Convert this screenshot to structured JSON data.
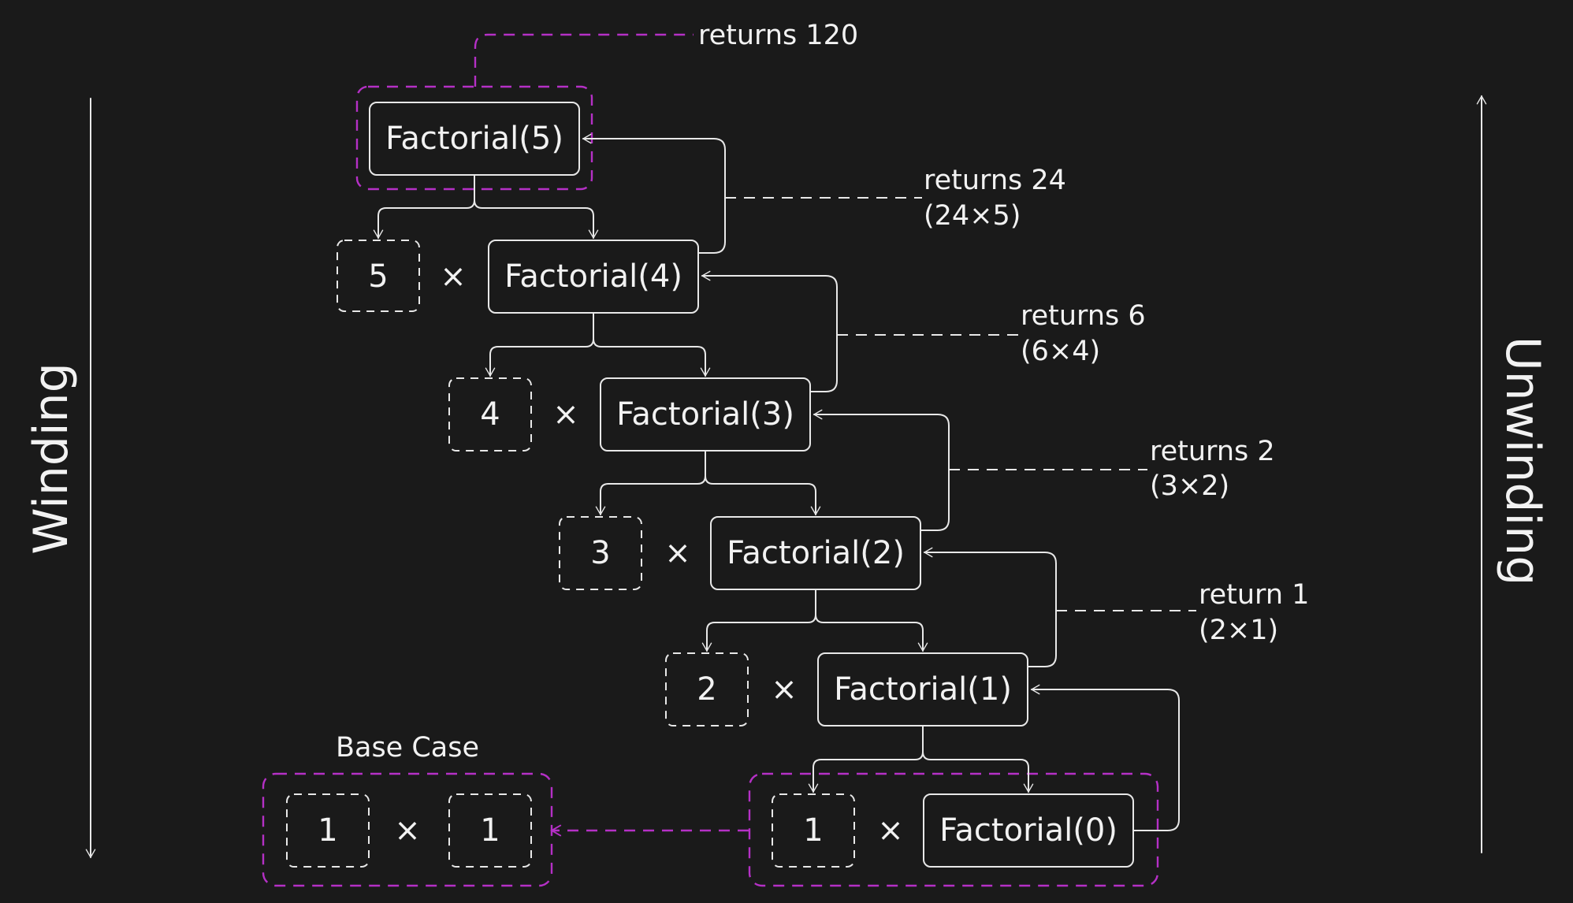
{
  "side_labels": {
    "left": "Winding",
    "right": "Unwinding"
  },
  "base_case": {
    "title": "Base Case",
    "left": "1",
    "times": "×",
    "right": "1"
  },
  "calls": [
    {
      "fn": "Factorial(5)",
      "multiplier": ""
    },
    {
      "fn": "Factorial(4)",
      "multiplier": "5",
      "times": "×"
    },
    {
      "fn": "Factorial(3)",
      "multiplier": "4",
      "times": "×"
    },
    {
      "fn": "Factorial(2)",
      "multiplier": "3",
      "times": "×"
    },
    {
      "fn": "Factorial(1)",
      "multiplier": "2",
      "times": "×"
    },
    {
      "fn": "Factorial(0)",
      "multiplier": "1",
      "times": "×"
    }
  ],
  "returns": [
    {
      "line1": "returns 120",
      "line2": ""
    },
    {
      "line1": "returns 24",
      "line2": "(24×5)"
    },
    {
      "line1": "returns 6",
      "line2": "(6×4)"
    },
    {
      "line1": "returns 2",
      "line2": "(3×2)"
    },
    {
      "line1": "return 1",
      "line2": "(2×1)"
    }
  ],
  "colors": {
    "background": "#1a1a1a",
    "stroke": "#e8e8e8",
    "highlight": "#b530c6"
  }
}
